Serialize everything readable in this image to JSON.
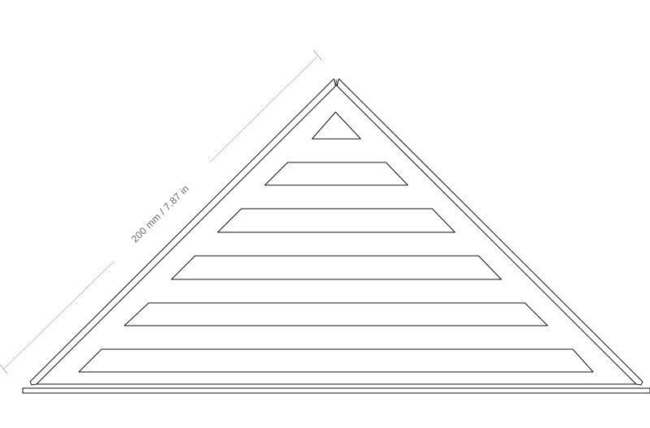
{
  "dimension": {
    "label": "200 mm / 7.87 in"
  },
  "colors": {
    "line": "#111111",
    "dimension_line": "#9a9a9a",
    "dimension_text": "#666666",
    "background": "#ffffff"
  },
  "slots": {
    "count": 6,
    "shape": "trapezoid",
    "top_slot_shape": "triangle"
  }
}
